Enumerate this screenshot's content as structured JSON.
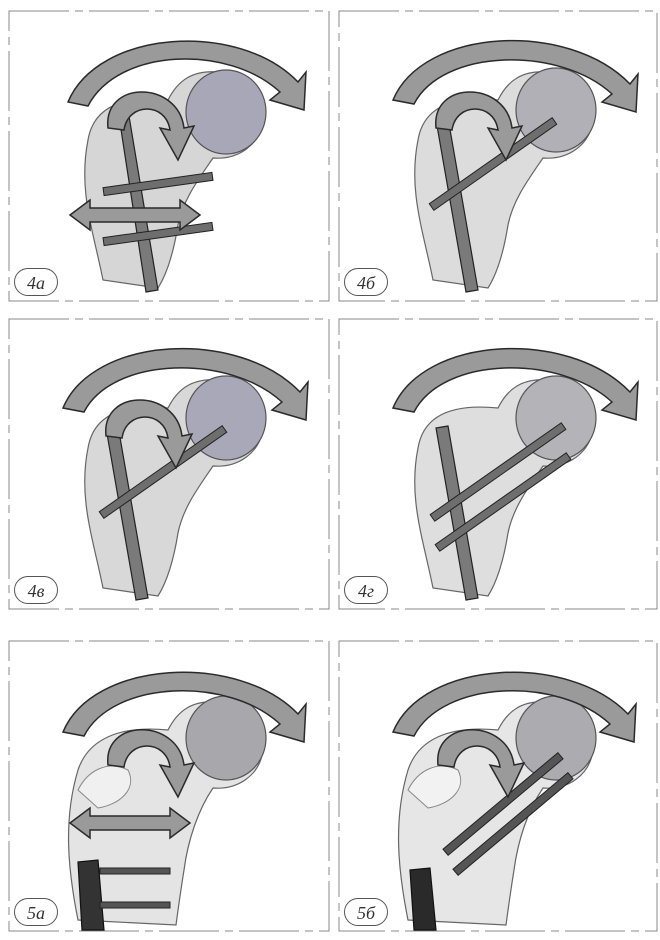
{
  "panels": [
    {
      "label": "4a",
      "variant": "a"
    },
    {
      "label": "4б",
      "variant": "b"
    },
    {
      "label": "4в",
      "variant": "b"
    },
    {
      "label": "4г",
      "variant": "c"
    },
    {
      "label": "5a",
      "variant": "d"
    },
    {
      "label": "5б",
      "variant": "e"
    }
  ],
  "colors": {
    "arrow_fill": "#9a9a9a",
    "arrow_stroke": "#2a2a2a",
    "bone_light": "#dcdcdc",
    "bone_head": "#a7a7b5",
    "border": "#777777"
  }
}
